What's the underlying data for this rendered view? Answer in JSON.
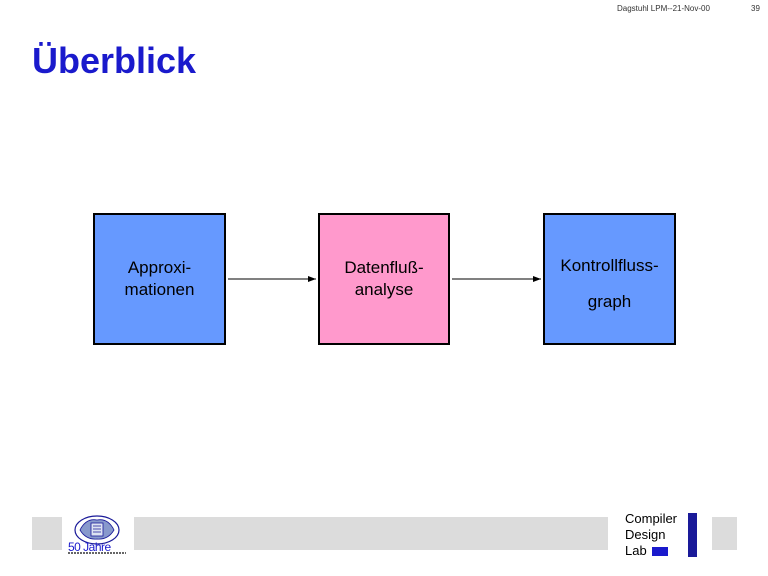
{
  "header": {
    "meta": "Dagstuhl LPM--21-Nov-00",
    "page_number": "39"
  },
  "slide": {
    "title": "Überblick"
  },
  "diagram": {
    "nodes": [
      {
        "id": "approximationen",
        "lines": [
          "Approxi-",
          "mationen"
        ],
        "color": "#6699ff"
      },
      {
        "id": "datenflussanalyse",
        "lines": [
          "Datenfluß-",
          "analyse"
        ],
        "color": "#ff99cc"
      },
      {
        "id": "kontrollflussgraph",
        "lines": [
          "Kontrollfluss-",
          "graph"
        ],
        "color": "#6699ff"
      }
    ],
    "edges": [
      {
        "from": "approximationen",
        "to": "datenflussanalyse"
      },
      {
        "from": "datenflussanalyse",
        "to": "kontrollflussgraph"
      }
    ]
  },
  "footer": {
    "left_logo_text": "50 Jahre",
    "right_logo_lines": [
      "Compiler",
      "Design",
      "Lab"
    ]
  }
}
